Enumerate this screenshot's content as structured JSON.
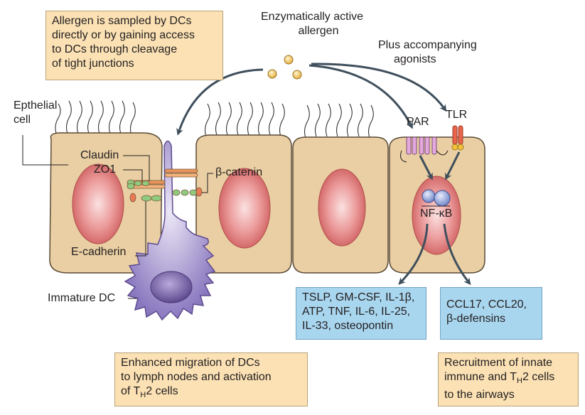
{
  "boxes": {
    "allergen_sampled": [
      "Allergen is sampled by DCs",
      "directly or by gaining access",
      "to DCs through cleavage",
      "of tight junctions"
    ],
    "cytokines": [
      "TSLP, GM-CSF, IL-1β,",
      "ATP, TNF, IL-6, IL-25,",
      "IL-33, osteopontin"
    ],
    "chemokines": [
      "CCL17, CCL20,",
      "β-defensins"
    ],
    "migration": {
      "line1": "Enhanced migration of DCs",
      "line2": "to lymph nodes and activation",
      "line3_pre": "of T",
      "line3_sub": "H",
      "line3_post": "2 cells"
    },
    "recruitment": {
      "line1": "Recruitment of innate",
      "line2_pre": "immune and T",
      "line2_sub": "H",
      "line2_post": "2 cells",
      "line3": "to the airways"
    }
  },
  "labels": {
    "enzymatic": [
      "Enzymatically active",
      "allergen"
    ],
    "agonists": [
      "Plus accompanying",
      "agonists"
    ],
    "epithelial": [
      "Epthelial",
      "cell"
    ],
    "claudin": "Claudin",
    "zo1": "ZO1",
    "beta_catenin": "β-catenin",
    "e_cadherin": "E-cadherin",
    "immature_dc": "Immature DC",
    "par": "PAR",
    "tlr": "TLR",
    "nfkb": "NF-κB"
  },
  "colors": {
    "cell_fill": "#e9cfa3",
    "cell_stroke": "#5b4a36",
    "nucleus": "#e07f7f",
    "dc_fill": "#a99ad0",
    "arrow": "#3f4f5c",
    "orange_box": "#fbe1b4",
    "blue_box": "#a9d6ef"
  }
}
